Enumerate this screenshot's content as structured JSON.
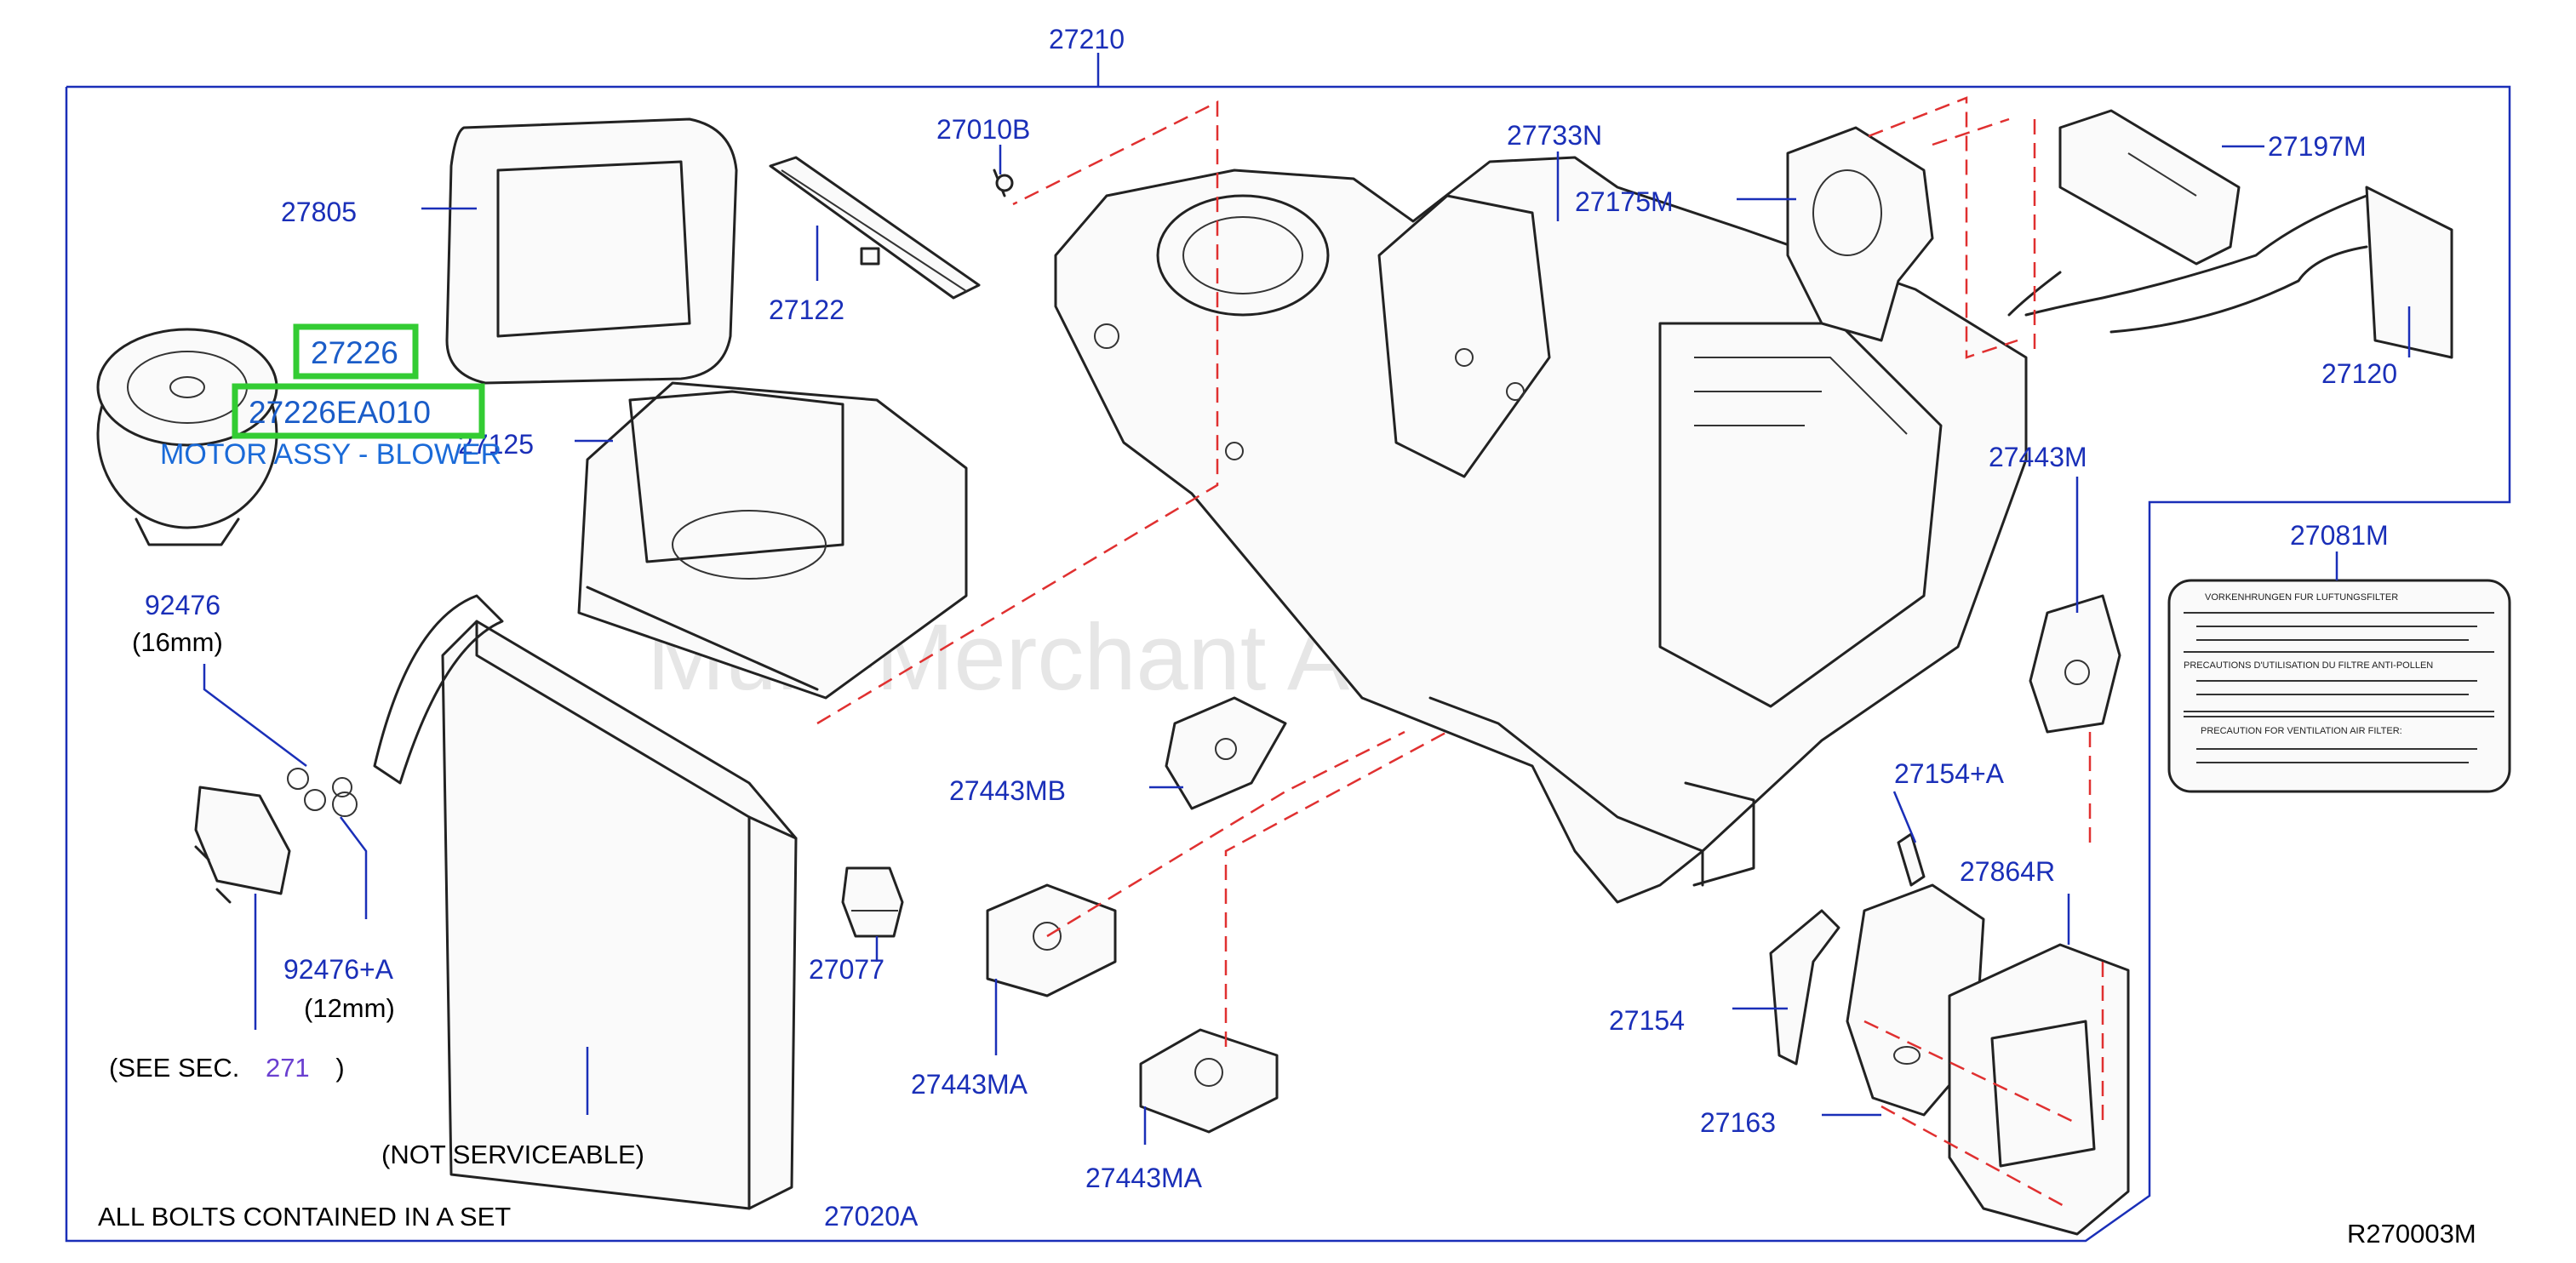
{
  "diagram": {
    "ref_code": "R270003M",
    "note_bolts": "ALL BOLTS CONTAINED IN A SET",
    "note_not_serviceable": "(NOT SERVICEABLE)",
    "see_sec": {
      "prefix": "(SEE   SEC.",
      "section": "271",
      "suffix": ")"
    },
    "watermark": "Multi-Merchant Auto Parts Inc",
    "highlight": {
      "part_a": "27226",
      "part_b": "27226EA010",
      "description": "MOTOR ASSY - BLOWER"
    },
    "parts": {
      "p27210": "27210",
      "p27010B": "27010B",
      "p27805": "27805",
      "p27122": "27122",
      "p27125": "27125",
      "p92476": "92476",
      "p92476_size": "(16mm)",
      "p92476A": "92476+A",
      "p92476A_size": "(12mm)",
      "p27733N": "27733N",
      "p27175M": "27175M",
      "p27197M": "27197M",
      "p27120": "27120",
      "p27443M": "27443M",
      "p27081M": "27081M",
      "p27443MB": "27443MB",
      "p27154A": "27154+A",
      "p27864R": "27864R",
      "p27077": "27077",
      "p27443MA_1": "27443MA",
      "p27443MA_2": "27443MA",
      "p27154": "27154",
      "p27163": "27163",
      "p27020A": "27020A"
    },
    "caution_label": {
      "line1": "VORKENHRUNGEN    FUR    LUFTUNGSFILTER",
      "line2": "PRECAUTIONS    D'UTILISATION    DU    FILTRE    ANTI-POLLEN",
      "line3": "PRECAUTION    FOR    VENTILATION    AIR    FILTER:"
    }
  }
}
